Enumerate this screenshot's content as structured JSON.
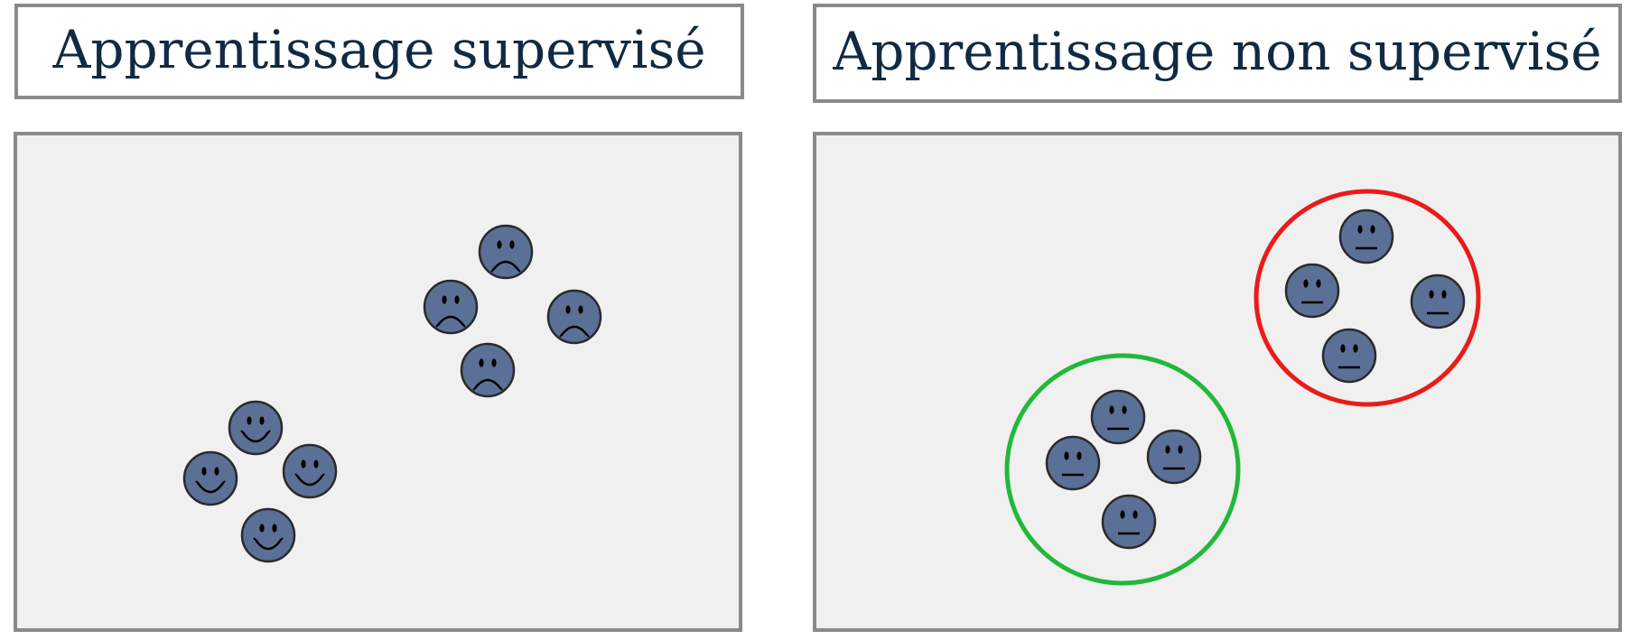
{
  "titles": {
    "supervised": "Apprentissage supervisé",
    "unsupervised": "Apprentissage non supervisé"
  },
  "colors": {
    "title_text": "#102a43",
    "border": "#8a8a8a",
    "panel_bg": "#f0f0f0",
    "face_fill": "#5b7096",
    "face_stroke": "#2a2a2a",
    "cluster_green": "#22b83a",
    "cluster_red": "#ea1b1b"
  },
  "icons": {
    "happy": "smiling-face-icon",
    "sad": "frowning-face-icon",
    "neutral": "neutral-face-icon"
  },
  "clusters": [
    {
      "name": "cluster-green",
      "color": "#22b83a"
    },
    {
      "name": "cluster-red",
      "color": "#ea1b1b"
    }
  ]
}
